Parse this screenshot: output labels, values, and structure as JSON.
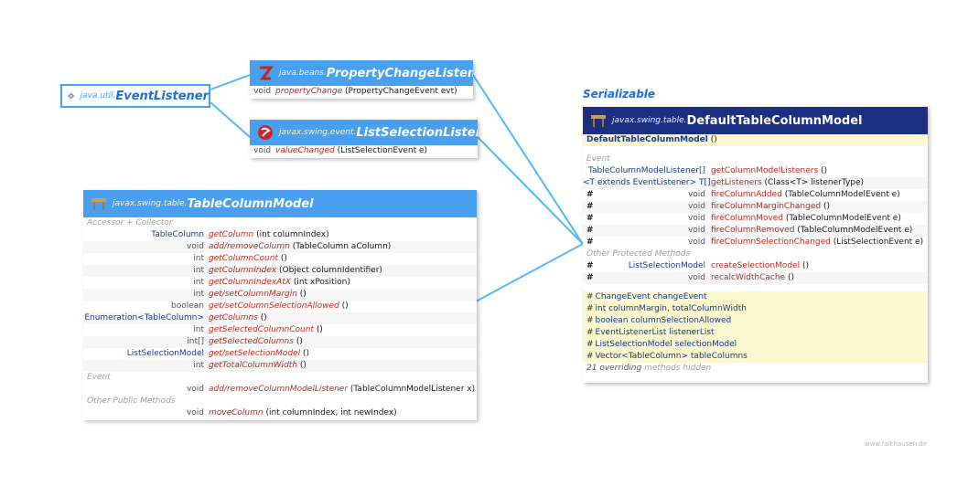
{
  "stereotype": "Serializable",
  "watermark": "www.falkhausen.de",
  "event_listener": {
    "pkg": "java.util.",
    "name": "EventListener",
    "icon": "gear-icon"
  },
  "property_change_listener": {
    "pkg": "java.beans.",
    "name": "PropertyChangeListener",
    "icon": "bean-icon",
    "methods": [
      {
        "ret": "void",
        "name": "propertyChange",
        "params": " (PropertyChangeEvent evt)"
      }
    ]
  },
  "list_selection_listener": {
    "pkg": "javax.swing.event.",
    "name": "ListSelectionListener",
    "icon": "swing-icon",
    "methods": [
      {
        "ret": "void",
        "name": "valueChanged",
        "params": " (ListSelectionEvent e)"
      }
    ]
  },
  "table_column_model": {
    "pkg": "javax.swing.table.",
    "name": "TableColumnModel",
    "icon": "table-icon",
    "sections": [
      {
        "label": "Accessor + Collector",
        "rows": [
          {
            "ret": "TableColumn",
            "name": "getColumn",
            "params": " (int columnIndex)"
          },
          {
            "ret": "void",
            "name": "add/removeColumn",
            "params": " (TableColumn aColumn)"
          },
          {
            "ret": "int",
            "name": "getColumnCount",
            "params": " ()"
          },
          {
            "ret": "int",
            "name": "getColumnIndex",
            "params": " (Object columnIdentifier)"
          },
          {
            "ret": "int",
            "name": "getColumnIndexAtX",
            "params": " (int xPosition)"
          },
          {
            "ret": "int",
            "name": "get/setColumnMargin",
            "params": " ()"
          },
          {
            "ret": "boolean",
            "name": "get/setColumnSelectionAllowed",
            "params": " ()"
          },
          {
            "ret": "Enumeration<TableColumn>",
            "name": "getColumns",
            "params": " ()"
          },
          {
            "ret": "int",
            "name": "getSelectedColumnCount",
            "params": " ()"
          },
          {
            "ret": "int[]",
            "name": "getSelectedColumns",
            "params": " ()"
          },
          {
            "ret": "ListSelectionModel",
            "name": "get/setSelectionModel",
            "params": " ()"
          },
          {
            "ret": "int",
            "name": "getTotalColumnWidth",
            "params": " ()"
          }
        ]
      },
      {
        "label": "Event",
        "rows": [
          {
            "ret": "void",
            "name": "add/removeColumnModelListener",
            "params": " (TableColumnModelListener x)"
          }
        ]
      },
      {
        "label": "Other Public Methods",
        "rows": [
          {
            "ret": "void",
            "name": "moveColumn",
            "params": " (int columnIndex, int newIndex)"
          }
        ]
      }
    ]
  },
  "default_table_column_model": {
    "pkg": "javax.swing.table.",
    "name": "DefaultTableColumnModel",
    "icon": "table-icon",
    "constructor": {
      "name": "DefaultTableColumnModel",
      "params": " ()"
    },
    "sections": [
      {
        "label": "Event",
        "rows": [
          {
            "mod": "",
            "ret": "TableColumnModelListener[]",
            "name": "getColumnModelListeners",
            "params": " ()"
          },
          {
            "mod": "",
            "ret": "<T extends EventListener> T[]",
            "name": "getListeners",
            "params": " (Class<T> listenerType)"
          },
          {
            "mod": "#",
            "ret": "void",
            "name": "fireColumnAdded",
            "params": " (TableColumnModelEvent e)"
          },
          {
            "mod": "#",
            "ret": "void",
            "name": "fireColumnMarginChanged",
            "params": " ()"
          },
          {
            "mod": "#",
            "ret": "void",
            "name": "fireColumnMoved",
            "params": " (TableColumnModelEvent e)"
          },
          {
            "mod": "#",
            "ret": "void",
            "name": "fireColumnRemoved",
            "params": " (TableColumnModelEvent e)"
          },
          {
            "mod": "#",
            "ret": "void",
            "name": "fireColumnSelectionChanged",
            "params": " (ListSelectionEvent e)"
          }
        ]
      },
      {
        "label": "Other Protected Methods",
        "rows": [
          {
            "mod": "#",
            "ret": "ListSelectionModel",
            "name": "createSelectionModel",
            "params": " ()"
          },
          {
            "mod": "#",
            "ret": "void",
            "name": "recalcWidthCache",
            "params": " ()"
          }
        ]
      }
    ],
    "fields": [
      {
        "mod": "#",
        "text": "ChangeEvent changeEvent"
      },
      {
        "mod": "#",
        "text": "int columnMargin, totalColumnWidth"
      },
      {
        "mod": "#",
        "text": "boolean columnSelectionAllowed"
      },
      {
        "mod": "#",
        "text": "EventListenerList listenerList"
      },
      {
        "mod": "#",
        "text": "ListSelectionModel selectionModel"
      },
      {
        "mod": "#",
        "text": "Vector<TableColumn> tableColumns"
      }
    ],
    "footer": {
      "count": "21 overriding",
      "label": " methods hidden"
    }
  },
  "colors": {
    "header": "#4aa0f0",
    "header_dark": "#1c2f80",
    "line": "#55b8f2",
    "field_bg": "#fbf7cf",
    "method": "#c0281f",
    "type": "#1a3a8a"
  }
}
